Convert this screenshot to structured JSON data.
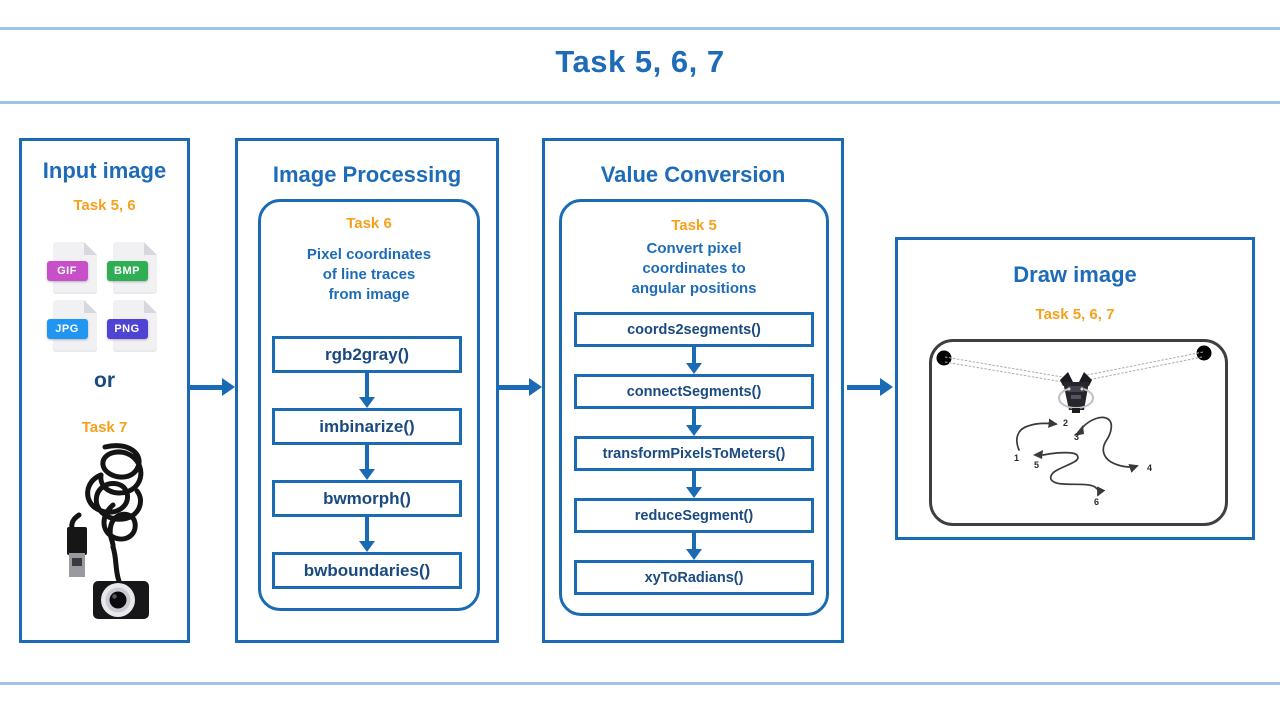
{
  "title": "Task 5, 6, 7",
  "input": {
    "title": "Input image",
    "task_label": "Task 5, 6",
    "file_types": [
      {
        "label": "GIF",
        "color": "#c750c9"
      },
      {
        "label": "BMP",
        "color": "#2fae53"
      },
      {
        "label": "JPG",
        "color": "#2095f2"
      },
      {
        "label": "PNG",
        "color": "#4f43d4"
      }
    ],
    "or_label": "or",
    "task7_label": "Task 7",
    "webcam_icon": "usb-webcam-photo"
  },
  "processing": {
    "title": "Image Processing",
    "task_label": "Task 6",
    "description_lines": [
      "Pixel coordinates",
      "of line traces",
      "from image"
    ],
    "functions": [
      "rgb2gray()",
      "imbinarize()",
      "bwmorph()",
      "bwboundaries()"
    ]
  },
  "conversion": {
    "title": "Value Conversion",
    "task_label": "Task 5",
    "description_lines": [
      "Convert pixel",
      "coordinates to",
      "angular positions"
    ],
    "functions": [
      "coords2segments()",
      "connectSegments()",
      "transformPixelsToMeters()",
      "reduceSegment()",
      "xyToRadians()"
    ]
  },
  "draw": {
    "title": "Draw image",
    "task_label": "Task 5, 6, 7",
    "trace_numbers": [
      "1",
      "2",
      "3",
      "4",
      "5",
      "6"
    ],
    "canvas_icon": "plotter-robot-drawing"
  },
  "colors": {
    "accent_blue": "#1b6ab4",
    "header_blue": "#1e6cb8",
    "navy_text": "#1a4a80",
    "orange": "#f7a01d",
    "divider_blue": "#9ec4e8"
  }
}
